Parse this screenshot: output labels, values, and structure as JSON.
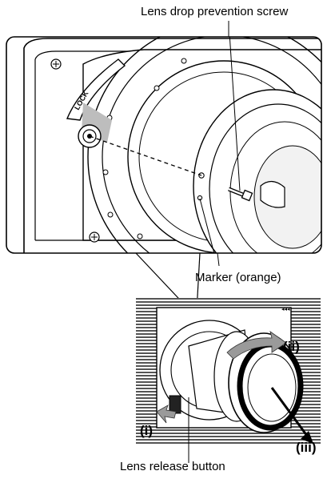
{
  "labels": {
    "lens_drop_prevention_screw": "Lens drop prevention screw",
    "marker": "Marker (orange)",
    "lens_release_button": "Lens release button"
  },
  "steps": {
    "step_1": "(i)",
    "step_2": "(ii)",
    "step_3": "(iii)"
  },
  "engravings": {
    "lock": "LOCK"
  },
  "colors": {
    "line": "#000000",
    "shade": "#bdbdbd",
    "arrow_gray": "#9a9a9a",
    "vent": "#555555"
  }
}
